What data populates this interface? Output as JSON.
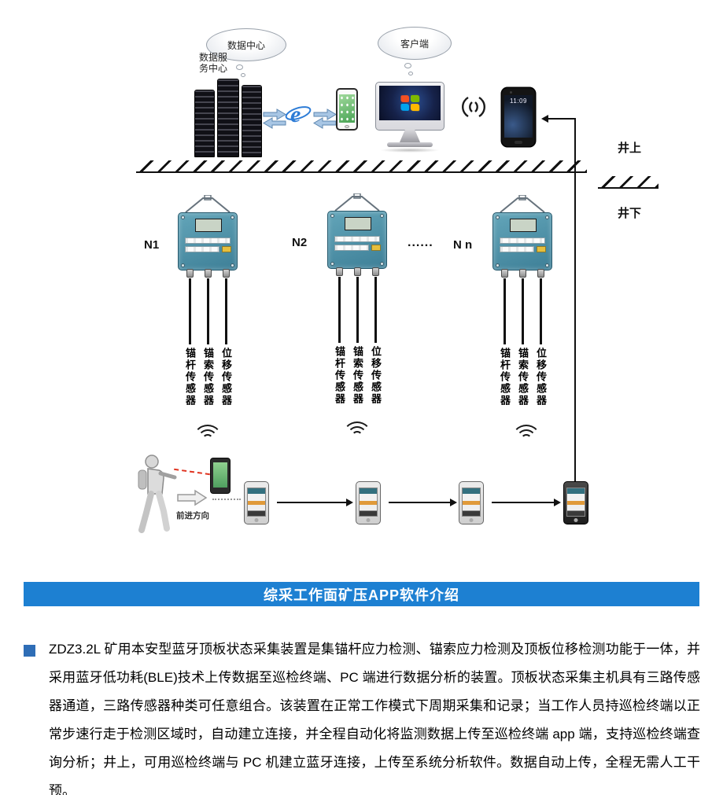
{
  "scene": {
    "clouds": [
      {
        "label": "数据中心"
      },
      {
        "label": "客户端"
      }
    ],
    "server_label_lines": [
      "数据服",
      "务中心"
    ],
    "ie_letter": "e",
    "phone_time": "11:09",
    "surface_label": "井上",
    "underground_label": "井下",
    "stations": [
      {
        "label": "N1"
      },
      {
        "label": "N2"
      },
      {
        "label": "N n"
      }
    ],
    "ellipsis": "......",
    "sensor_labels": [
      "锚杆传感器",
      "锚索传感器",
      "位移传感器"
    ],
    "direction_label": "前进方向"
  },
  "banner": {
    "title": "综采工作面矿压APP软件介绍",
    "bg_color": "#1d80d2"
  },
  "intro": {
    "bullet_color": "#2e6db6",
    "text": "ZDZ3.2L 矿用本安型蓝牙顶板状态采集装置是集锚杆应力检测、锚索应力检测及顶板位移检测功能于一体，并采用蓝牙低功耗(BLE)技术上传数据至巡检终端、PC 端进行数据分析的装置。顶板状态采集主机具有三路传感器通道，三路传感器种类可任意组合。该装置在正常工作模式下周期采集和记录；当工作人员持巡检终端以正常步速行走于检测区域时，自动建立连接，并全程自动化将监测数据上传至巡检终端 app 端，支持巡检终端查询分析；井上，可用巡检终端与 PC 机建立蓝牙连接，上传至系统分析软件。数据自动上传，全程无需人工干预。"
  }
}
